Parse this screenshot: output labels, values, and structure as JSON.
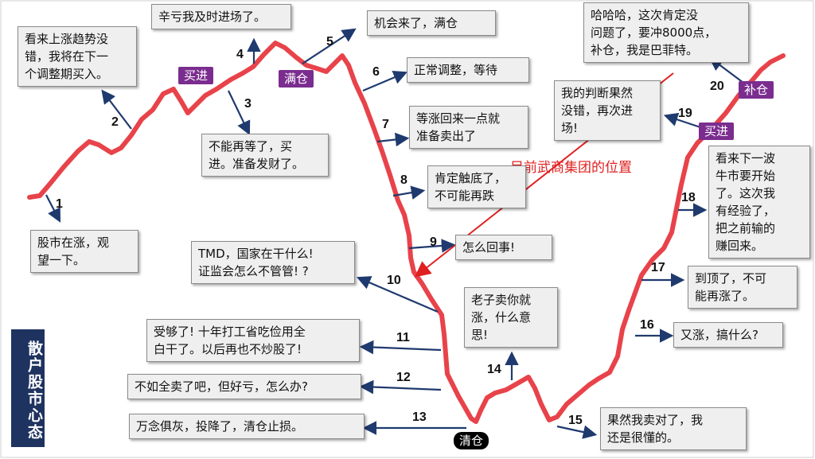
{
  "side_title": "散户股市心态",
  "annotation": "目前武商集团的位置",
  "tags": {
    "buy1": "买进",
    "full": "满仓",
    "clear": "清仓",
    "buy2": "买进",
    "add": "补仓"
  },
  "steps": [
    {
      "n": "1",
      "text": "股市在涨，观\n望一下。"
    },
    {
      "n": "2",
      "text": "看来上涨趋势没\n错，我将在下一\n个调整期买入。"
    },
    {
      "n": "3",
      "text": "不能再等了，买\n进。准备发财了。"
    },
    {
      "n": "4",
      "text": "辛亏我及时进场了。"
    },
    {
      "n": "5",
      "text": "机会来了，满仓"
    },
    {
      "n": "6",
      "text": "正常调整，等待"
    },
    {
      "n": "7",
      "text": "等涨回来一点就\n准备卖出了"
    },
    {
      "n": "8",
      "text": "肯定触底了，\n不可能再跌"
    },
    {
      "n": "9",
      "text": "怎么回事!"
    },
    {
      "n": "10",
      "text": "TMD，国家在干什么!\n证监会怎么不管管! ?"
    },
    {
      "n": "11",
      "text": "受够了! 十年打工省吃俭用全\n白干了。以后再也不炒股了!"
    },
    {
      "n": "12",
      "text": "不如全卖了吧，但好亏，怎么办?"
    },
    {
      "n": "13",
      "text": "万念俱灰，投降了，清仓止损。"
    },
    {
      "n": "14",
      "text": "老子卖你就\n涨，什么意\n思!"
    },
    {
      "n": "15",
      "text": "果然我卖对了，我\n还是很懂的。"
    },
    {
      "n": "16",
      "text": "又涨，搞什么?"
    },
    {
      "n": "17",
      "text": "到顶了，不可\n能再涨了。"
    },
    {
      "n": "18",
      "text": "看来下一波\n牛市要开始\n了。这次我\n有经验了，\n把之前输的\n赚回来。"
    },
    {
      "n": "19",
      "text": "我的判断果然\n没错，再次进\n场!"
    },
    {
      "n": "20",
      "text": "哈哈哈，这次肯定没\n问题了，要冲8000点，\n补仓，我是巴菲特。"
    }
  ],
  "colors": {
    "curve": "#e8434a",
    "arrow": "#1f3a6e",
    "tag_purple": "#7b2d8f",
    "annotation": "#e02020"
  }
}
